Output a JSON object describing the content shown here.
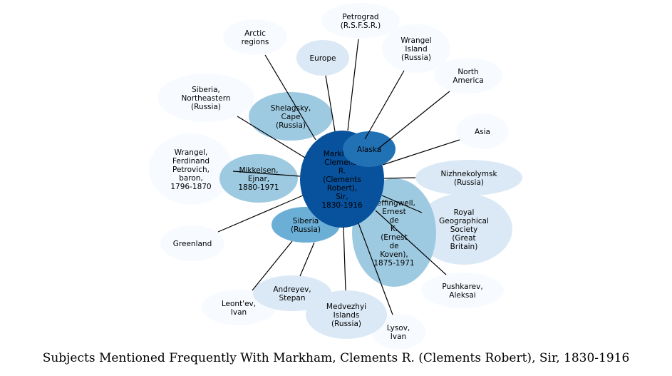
{
  "caption": "Subjects Mentioned Frequently With Markham, Clements R. (Clements Robert), Sir, 1830-1916",
  "colors": {
    "center": "#08519c",
    "strong": "#2171b5",
    "medium": "#6baed6",
    "light": "#9ecae1",
    "pale": "#dbe9f6",
    "faint": "#f7fbff",
    "edge": "#000000"
  },
  "nodes": [
    {
      "id": "markham",
      "lines": [
        "Markham,",
        "Clements",
        "R.",
        "(Clements",
        "Robert),",
        "Sir,",
        "1830-1916"
      ],
      "level": "center"
    },
    {
      "id": "alaska",
      "lines": [
        "Alaska"
      ],
      "level": "strong"
    },
    {
      "id": "leffingwell",
      "lines": [
        "Leffingwell,",
        "Ernest",
        "de",
        "K.",
        "(Ernest",
        "de",
        "Koven),",
        "1875-1971"
      ],
      "level": "light"
    },
    {
      "id": "siberia",
      "lines": [
        "Siberia",
        "(Russia)"
      ],
      "level": "medium"
    },
    {
      "id": "mikkelsen",
      "lines": [
        "Mikkelsen,",
        "Ejnar,",
        "1880-1971"
      ],
      "level": "light"
    },
    {
      "id": "shelagsky",
      "lines": [
        "Shelagsky,",
        "Cape",
        "(Russia)"
      ],
      "level": "light"
    },
    {
      "id": "rgs",
      "lines": [
        "Royal",
        "Geographical",
        "Society",
        "(Great",
        "Britain)"
      ],
      "level": "pale"
    },
    {
      "id": "nizhnekolymsk",
      "lines": [
        "Nizhnekolymsk",
        "(Russia)"
      ],
      "level": "pale"
    },
    {
      "id": "medvezhyi",
      "lines": [
        "Medvezhyi",
        "Islands",
        "(Russia)"
      ],
      "level": "pale"
    },
    {
      "id": "andreyev",
      "lines": [
        "Andreyev,",
        "Stepan"
      ],
      "level": "pale"
    },
    {
      "id": "europe",
      "lines": [
        "Europe"
      ],
      "level": "pale"
    },
    {
      "id": "petrograd",
      "lines": [
        "Petrograd",
        "(R.S.F.S.R.)"
      ],
      "level": "faint"
    },
    {
      "id": "wrangel_island",
      "lines": [
        "Wrangel",
        "Island",
        "(Russia)"
      ],
      "level": "faint"
    },
    {
      "id": "north_america",
      "lines": [
        "North",
        "America"
      ],
      "level": "faint"
    },
    {
      "id": "asia",
      "lines": [
        "Asia"
      ],
      "level": "faint"
    },
    {
      "id": "arctic",
      "lines": [
        "Arctic",
        "regions"
      ],
      "level": "faint"
    },
    {
      "id": "siberia_ne",
      "lines": [
        "Siberia,",
        "Northeastern",
        "(Russia)"
      ],
      "level": "faint"
    },
    {
      "id": "wrangel_ferdinand",
      "lines": [
        "Wrangel,",
        "Ferdinand",
        "Petrovich,",
        "baron,",
        "1796-1870"
      ],
      "level": "faint"
    },
    {
      "id": "greenland",
      "lines": [
        "Greenland"
      ],
      "level": "faint"
    },
    {
      "id": "leontev",
      "lines": [
        "Leont'ev,",
        "Ivan"
      ],
      "level": "faint"
    },
    {
      "id": "lysov",
      "lines": [
        "Lysov,",
        "Ivan"
      ],
      "level": "faint"
    },
    {
      "id": "pushkarev",
      "lines": [
        "Pushkarev,",
        "Aleksai"
      ],
      "level": "faint"
    }
  ],
  "edges": [
    [
      "markham",
      "petrograd"
    ],
    [
      "markham",
      "europe"
    ],
    [
      "markham",
      "arctic"
    ],
    [
      "markham",
      "siberia_ne"
    ],
    [
      "markham",
      "wrangel_ferdinand"
    ],
    [
      "markham",
      "greenland"
    ],
    [
      "markham",
      "medvezhyi"
    ],
    [
      "markham",
      "nizhnekolymsk"
    ],
    [
      "markham",
      "asia"
    ],
    [
      "markham",
      "wrangel_island"
    ],
    [
      "alaska",
      "north_america"
    ],
    [
      "leffingwell",
      "lysov"
    ],
    [
      "leffingwell",
      "pushkarev"
    ],
    [
      "leffingwell",
      "rgs"
    ],
    [
      "siberia",
      "leontev"
    ],
    [
      "siberia",
      "andreyev"
    ]
  ]
}
